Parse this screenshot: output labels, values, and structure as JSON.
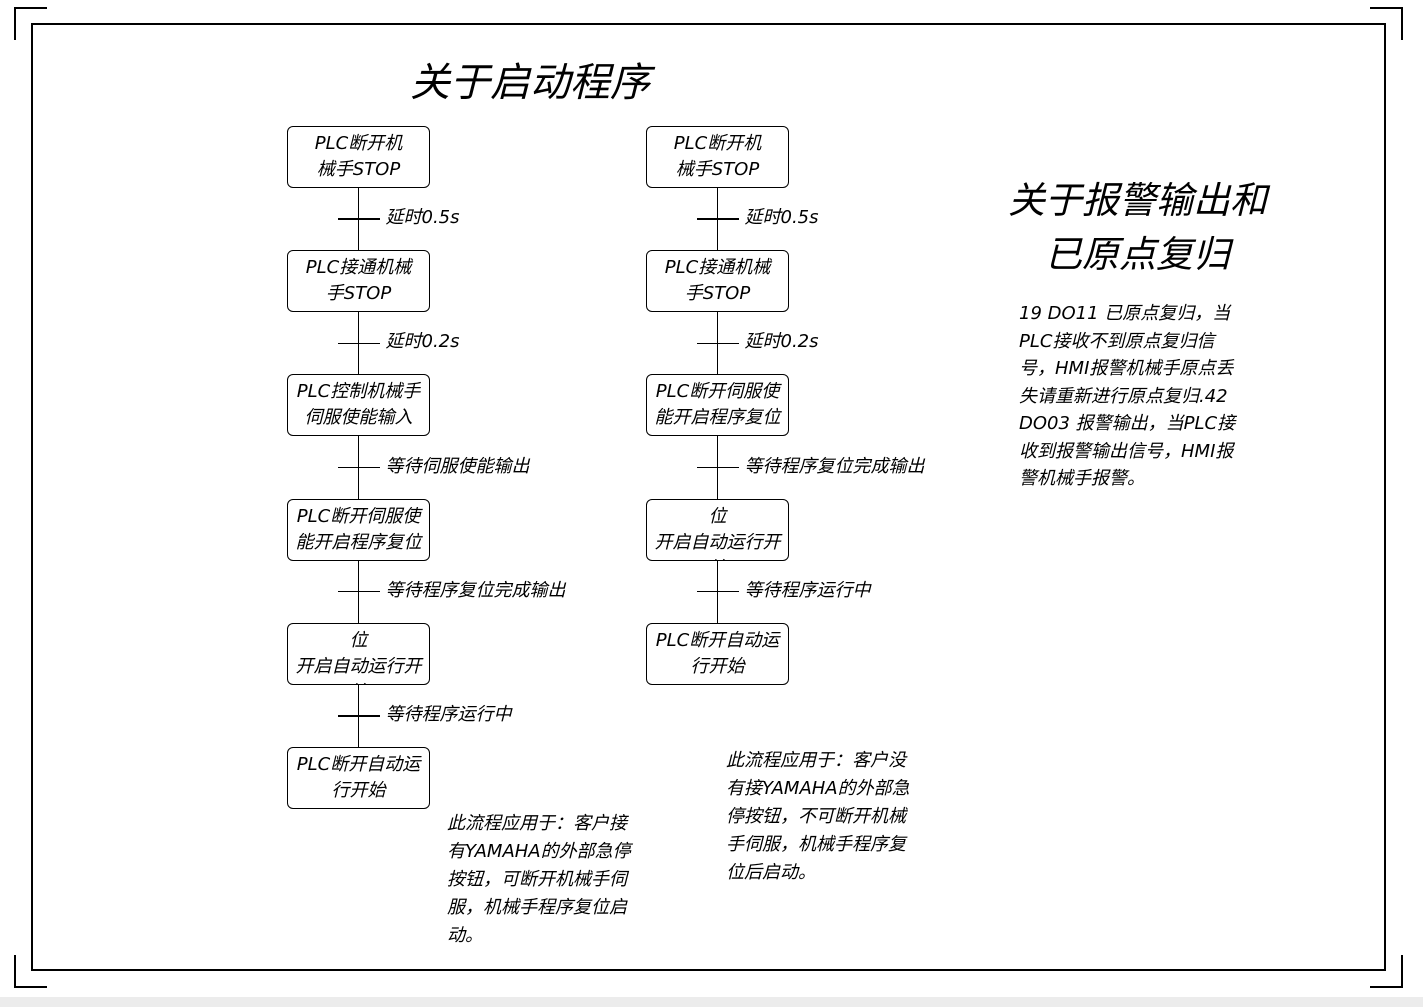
{
  "title_main": "关于启动程序",
  "title_side": "关于报警输出和\n已原点复归",
  "side_note": "19 DO11 已原点复归，当PLC接收不到原点复归信号，HMI报警机械手原点丢失请重新进行原点复归.42 DO03 报警输出，当PLC接收到报警输出信号，HMI报警机械手报警。",
  "flows": [
    {
      "steps": [
        "PLC断开机\n械手STOP",
        "PLC接通机械\n手STOP",
        "PLC控制机械手\n伺服使能输入",
        "PLC断开伺服使\n能开启程序复位",
        "PLC断开程序复位\n开启自动运行开始",
        "PLC断开自动运\n行开始"
      ],
      "connectors": [
        "延时0.5s",
        "延时0.2s",
        "等待伺服使能输出",
        "等待程序复位完成输出",
        "等待程序运行中"
      ],
      "note": "此流程应用于：客户接有YAMAHA的外部急停按钮，可断开机械手伺服，机械手程序复位启动。"
    },
    {
      "steps": [
        "PLC断开机\n械手STOP",
        "PLC接通机械\n手STOP",
        "PLC断开伺服使\n能开启程序复位",
        "PLC断开程序复位\n开启自动运行开始",
        "PLC断开自动运\n行开始"
      ],
      "connectors": [
        "延时0.5s",
        "延时0.2s",
        "等待程序复位完成输出",
        "等待程序运行中"
      ],
      "note": "此流程应用于：客户没有接YAMAHA的外部急停按钮，不可断开机械手伺服，机械手程序复位后启动。"
    }
  ]
}
